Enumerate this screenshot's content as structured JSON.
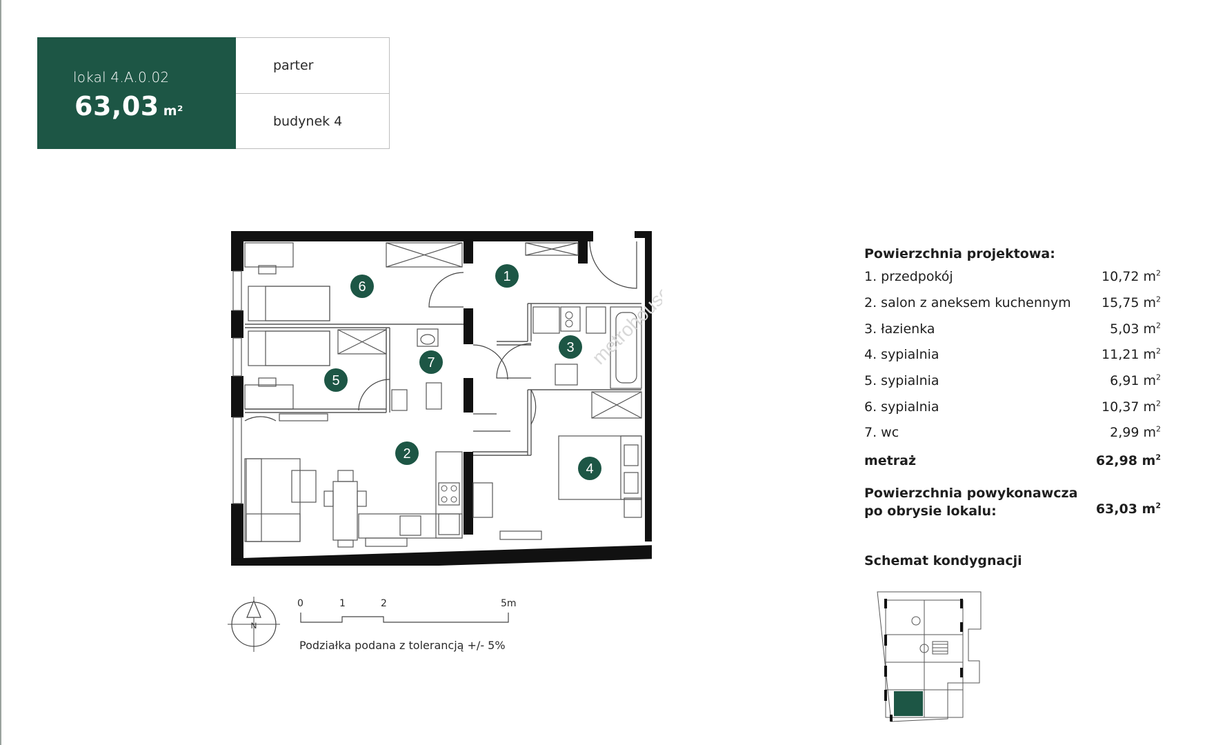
{
  "header": {
    "lokal": "lokal 4.A.0.02",
    "area_value": "63,03",
    "area_unit": "m²",
    "floor": "parter",
    "building": "budynek 4"
  },
  "plan": {
    "watermark": "metrohouse",
    "room_markers": [
      "1",
      "2",
      "3",
      "4",
      "5",
      "6",
      "7"
    ]
  },
  "scale": {
    "labels": [
      "0",
      "1",
      "2",
      "5m"
    ],
    "tolerance_note": "Podziałka podana z tolerancją +/- 5%",
    "north_label": "N"
  },
  "legend": {
    "title": "Powierzchnia projektowa:",
    "rooms": [
      {
        "name": "1. przedpokój",
        "value": "10,72 m",
        "sup": "2"
      },
      {
        "name": "2. salon z aneksem kuchennym",
        "value": "15,75 m",
        "sup": "2"
      },
      {
        "name": "3. łazienka",
        "value": "5,03 m",
        "sup": "2"
      },
      {
        "name": "4. sypialnia",
        "value": "11,21 m",
        "sup": "2"
      },
      {
        "name": "5. sypialnia",
        "value": "6,91 m",
        "sup": "2"
      },
      {
        "name": "6. sypialnia",
        "value": "10,37 m",
        "sup": "2"
      },
      {
        "name": "7. wc",
        "value": "2,99 m",
        "sup": "2"
      }
    ],
    "total_label": "metraż",
    "total_value": "62,98 m",
    "total_sup": "2",
    "post_title_line1": "Powierzchnia powykonawcza",
    "post_title_line2": "po obrysie lokalu:",
    "post_value": "63,03 m",
    "post_sup": "2",
    "schema_title": "Schemat kondygnacji"
  },
  "colors": {
    "brand": "#1d5645",
    "wall": "#111111",
    "furniture": "#555555"
  }
}
